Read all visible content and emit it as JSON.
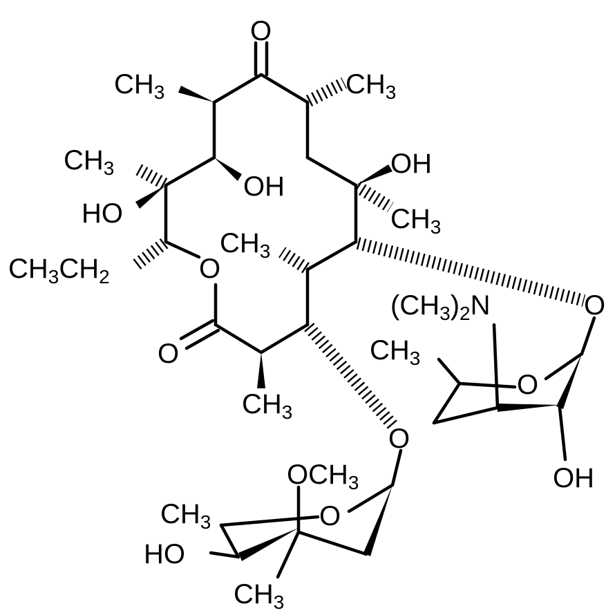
{
  "labels": {
    "ketone_o": "O",
    "ch3_top_left": "CH3",
    "ch3_top_right": "CH3",
    "ch3_left": "CH3",
    "oh_mid": "OH",
    "ho_left": "HO",
    "oh_right": "OH",
    "ch3_right": "CH3",
    "ch3_center": "CH3",
    "ethyl": "CH3CH2",
    "ring_o_ester": "O",
    "carbonyl_o": "O",
    "ch3_lower": "CH3",
    "glyco_o_right": "O",
    "dimethylamino": "(CH3)2N",
    "ch3_desosamine": "CH3",
    "ring_o_desosamine": "O",
    "oh_desosamine": "OH",
    "glyco_o_lower": "O",
    "methoxy": "OCH3",
    "ch3_cladinose": "CH3",
    "ring_o_cladinose": "O",
    "ho_cladinose": "HO",
    "ch3_cladinose_bottom": "CH3"
  }
}
